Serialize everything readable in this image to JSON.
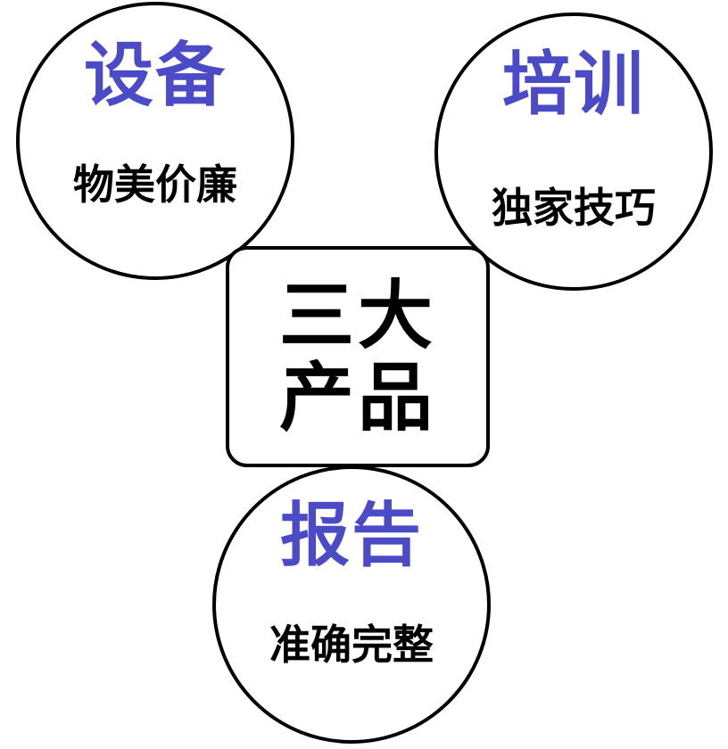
{
  "colors": {
    "accent": "#4b4bc8",
    "text": "#000000",
    "stroke": "#000000",
    "background": "#ffffff"
  },
  "center": {
    "line1": "三大",
    "line2": "产品"
  },
  "nodes": {
    "equipment": {
      "title": "设备",
      "subtitle": "物美价廉"
    },
    "training": {
      "title": "培训",
      "subtitle": "独家技巧"
    },
    "report": {
      "title": "报告",
      "subtitle": "准确完整"
    }
  }
}
